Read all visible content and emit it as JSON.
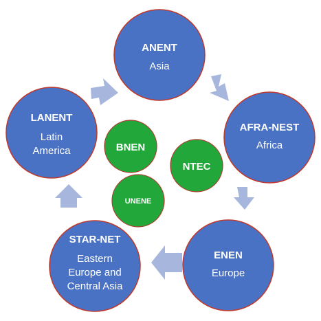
{
  "networks": [
    {
      "id": "anent",
      "name": "ANENT",
      "region_lines": [
        "Asia"
      ]
    },
    {
      "id": "afra-nest",
      "name": "AFRA-NEST",
      "region_lines": [
        "Africa"
      ]
    },
    {
      "id": "enen",
      "name": "ENEN",
      "region_lines": [
        "Europe"
      ]
    },
    {
      "id": "star-net",
      "name": "STAR-NET",
      "region_lines": [
        "Eastern",
        "Europe and",
        "Central Asia"
      ]
    },
    {
      "id": "lanent",
      "name": "LANENT",
      "region_lines": [
        "Latin",
        "America"
      ]
    }
  ],
  "hubs": [
    {
      "id": "bnen",
      "name": "BNEN"
    },
    {
      "id": "ntec",
      "name": "NTEC"
    },
    {
      "id": "unene",
      "name": "UNENE"
    }
  ],
  "colors": {
    "network_fill": "#4a72c4",
    "network_stroke": "#c0392b",
    "hub_fill": "#22a83a",
    "hub_stroke": "#b03a2e",
    "arrow_fill": "#a6b6dc"
  }
}
